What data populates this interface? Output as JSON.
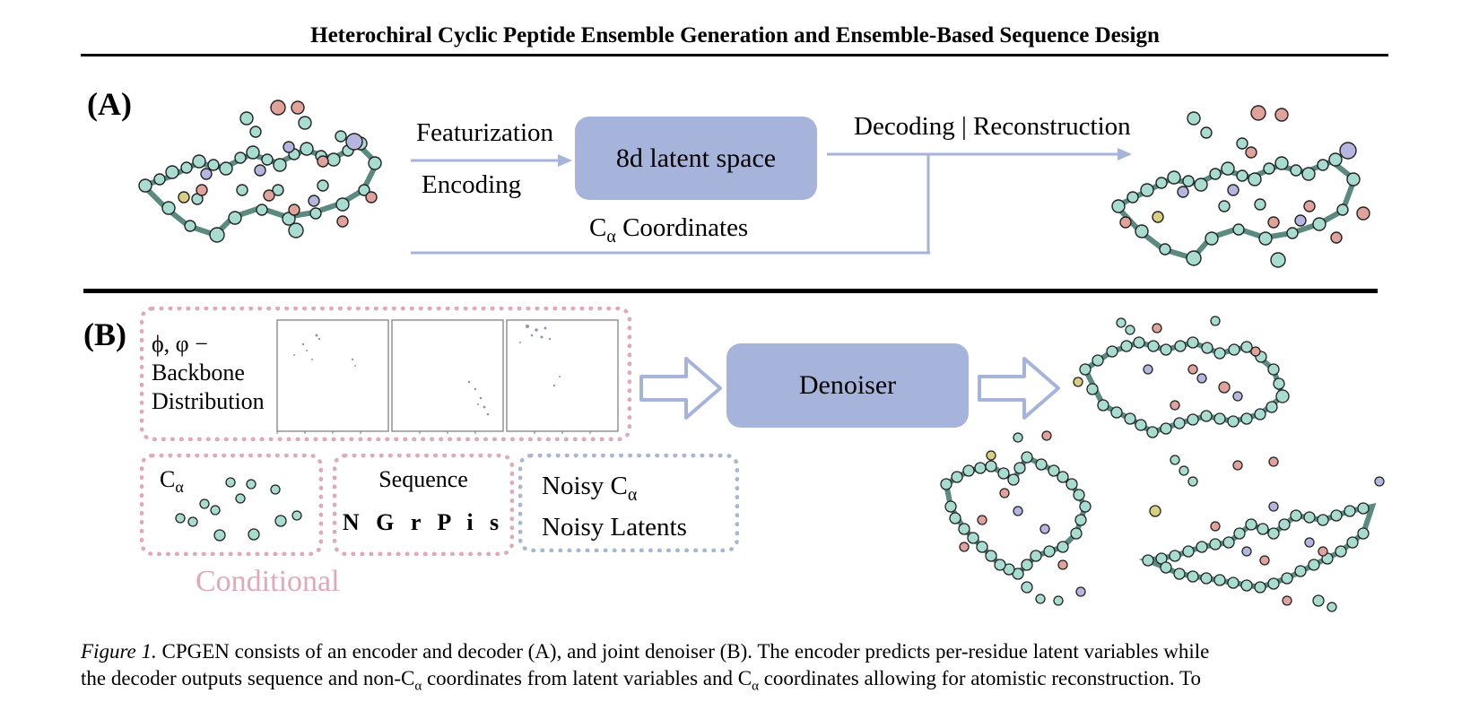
{
  "header": {
    "title": "Heterochiral Cyclic Peptide Ensemble Generation and Ensemble-Based Sequence Design"
  },
  "panel_a": {
    "label": "(A)",
    "featurization": "Featurization",
    "encoding": "Encoding",
    "latent_space": "8d latent space",
    "decoding": "Decoding | Reconstruction",
    "coords_prefix": "C",
    "coords_sub": "α",
    "coords_suffix": " Coordinates"
  },
  "panel_b": {
    "label": "(B)",
    "backbone_line1": "ϕ, φ −",
    "backbone_line2": "Backbone",
    "backbone_line3": "Distribution",
    "calpha_prefix": "C",
    "calpha_sub": "α",
    "sequence_title": "Sequence",
    "sequence_letters": "N G r P i s",
    "noisy_line1_prefix": "Noisy C",
    "noisy_line1_sub": "α",
    "noisy_line2": "Noisy Latents",
    "conditional": "Conditional",
    "denoiser": "Denoiser"
  },
  "caption": {
    "fig_label": "Figure 1.",
    "system_name": "CPGEN",
    "text_1": " consists of an encoder and decoder (A), and joint denoiser (B). The encoder predicts per-residue latent variables while",
    "text_2a": "the decoder outputs sequence and non-C",
    "text_2_sub1": "α",
    "text_2b": " coordinates from latent variables and C",
    "text_2_sub2": "α",
    "text_2c": " coordinates allowing for atomistic reconstruction. To"
  },
  "colors": {
    "latent_box": "#a6b4dc",
    "arrow": "#a6b4dc",
    "conditional_pink": "#e2a8b8",
    "noisy_blue": "#a9b6d2",
    "atom_teal": "#a8dcd0"
  }
}
